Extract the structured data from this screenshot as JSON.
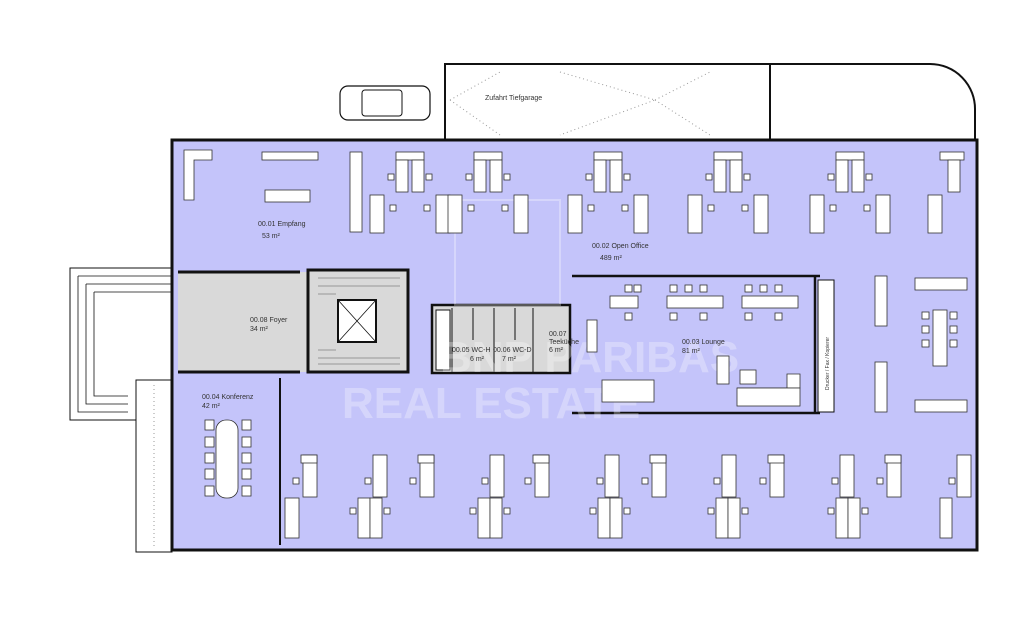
{
  "plan": {
    "colors": {
      "office": "#c4c4fa",
      "service": "#d9d9d9",
      "wall": "#111111"
    },
    "rooms": [
      {
        "id": "empfang",
        "number_name": "00.01 Empfang",
        "area": "53 m²"
      },
      {
        "id": "open_office",
        "number_name": "00.02 Open Office",
        "area": "489 m²"
      },
      {
        "id": "lounge",
        "number_name": "00.03 Lounge",
        "area": "81 m²"
      },
      {
        "id": "konferenz",
        "number_name": "00.04 Konferenz",
        "area": "42 m²"
      },
      {
        "id": "wc_h",
        "number_name": "00.05 WC-H",
        "area": "6 m²"
      },
      {
        "id": "wc_d",
        "number_name": "00.06 WC-D",
        "area": "7 m²"
      },
      {
        "id": "teekueche",
        "number_line1": "00.07",
        "number_line2": "Teeküche",
        "area": "6 m²"
      },
      {
        "id": "foyer",
        "number_name": "00.08 Foyer",
        "area": "34 m²"
      }
    ],
    "labels": {
      "garage": "Zufahrt Tiefgarage",
      "printer": "Drucker / Fax / Kopierer"
    },
    "watermark": {
      "line1": "BNP PARIBAS",
      "line2": "REAL ESTATE"
    }
  }
}
